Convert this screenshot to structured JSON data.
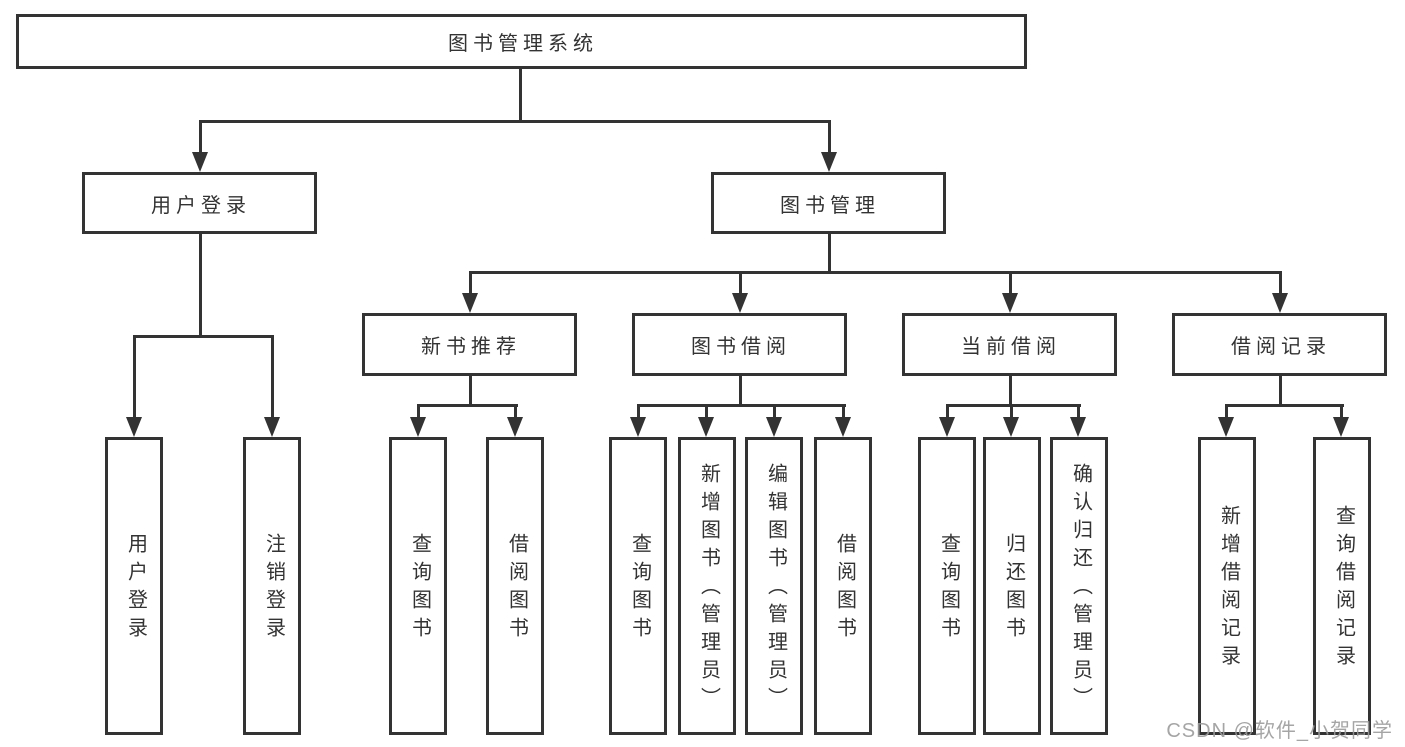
{
  "tree": {
    "root": {
      "label": "图书管理系统"
    },
    "branches": [
      {
        "label": "用户登录",
        "children": [
          {
            "label": "用户登录"
          },
          {
            "label": "注销登录"
          }
        ]
      },
      {
        "label": "图书管理",
        "children": [
          {
            "label": "新书推荐",
            "children": [
              {
                "label": "查询图书"
              },
              {
                "label": "借阅图书"
              }
            ]
          },
          {
            "label": "图书借阅",
            "children": [
              {
                "label": "查询图书"
              },
              {
                "label": "新增图书（管理员）"
              },
              {
                "label": "编辑图书（管理员）"
              },
              {
                "label": "借阅图书"
              }
            ]
          },
          {
            "label": "当前借阅",
            "children": [
              {
                "label": "查询图书"
              },
              {
                "label": "归还图书"
              },
              {
                "label": "确认归还（管理员）"
              }
            ]
          },
          {
            "label": "借阅记录",
            "children": [
              {
                "label": "新增借阅记录"
              },
              {
                "label": "查询借阅记录"
              }
            ]
          }
        ]
      }
    ]
  },
  "watermark": {
    "text": "CSDN @软件_小贺同学"
  },
  "colors": {
    "line": "#333333",
    "text": "#333333",
    "box_fill": "#ffffff",
    "watermark": "#9b9b9b",
    "background": "#ffffff"
  }
}
